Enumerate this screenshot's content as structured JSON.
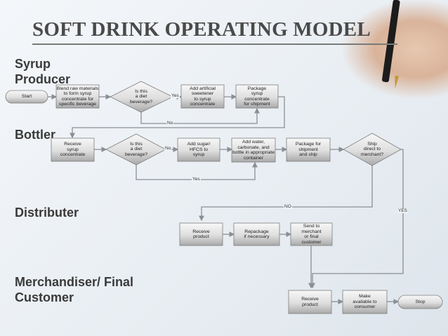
{
  "title": "SOFT DRINK OPERATING MODEL",
  "lanes": {
    "syrup": [
      "Syrup",
      "Producer"
    ],
    "bottler": "Bottler",
    "distributer": "Distributer",
    "merch": [
      "Merchandiser/ Final",
      "Customer"
    ]
  },
  "nodes": {
    "start": "Start",
    "blend": [
      "Blend raw materials",
      "to form syrup",
      "concentrate for",
      "specific beverage"
    ],
    "diet1": [
      "Is this",
      "a diet",
      "beverage?"
    ],
    "artificial": [
      "Add artificial",
      "sweetener",
      "to syrup",
      "concentrate"
    ],
    "package_syrup": [
      "Package",
      "syrup",
      "concentrate",
      "for shipment"
    ],
    "receive_syrup": [
      "Receive",
      "syrup",
      "concentrate"
    ],
    "diet2": [
      "Is this",
      "a diet",
      "beverage?"
    ],
    "sugar": [
      "Add sugar/",
      "HFCS to",
      "syrup"
    ],
    "water": [
      "Add water,",
      "carbonate, and",
      "bottle in appropriate",
      "container"
    ],
    "package_ship": [
      "Package for",
      "shipment",
      "and ship"
    ],
    "ship_direct": [
      "Ship",
      "direct to",
      "merchant?"
    ],
    "receive_product_d": [
      "Receive",
      "product"
    ],
    "repackage": [
      "Repackage",
      "if necessary"
    ],
    "send": [
      "Send to",
      "merchant",
      "or final",
      "customer"
    ],
    "receive_product_m": [
      "Receive",
      "product"
    ],
    "make_available": [
      "Make",
      "available to",
      "consumer"
    ],
    "stop": "Stop"
  },
  "edges": {
    "yes1": "Yes",
    "no1": "No",
    "no2": "No",
    "yes2": "Yes",
    "no3": "NO",
    "yes3": "YES"
  },
  "colors": {
    "box_top": "#f7f7f7",
    "box_bottom": "#a9a9a9",
    "line": "#8a8f96"
  }
}
